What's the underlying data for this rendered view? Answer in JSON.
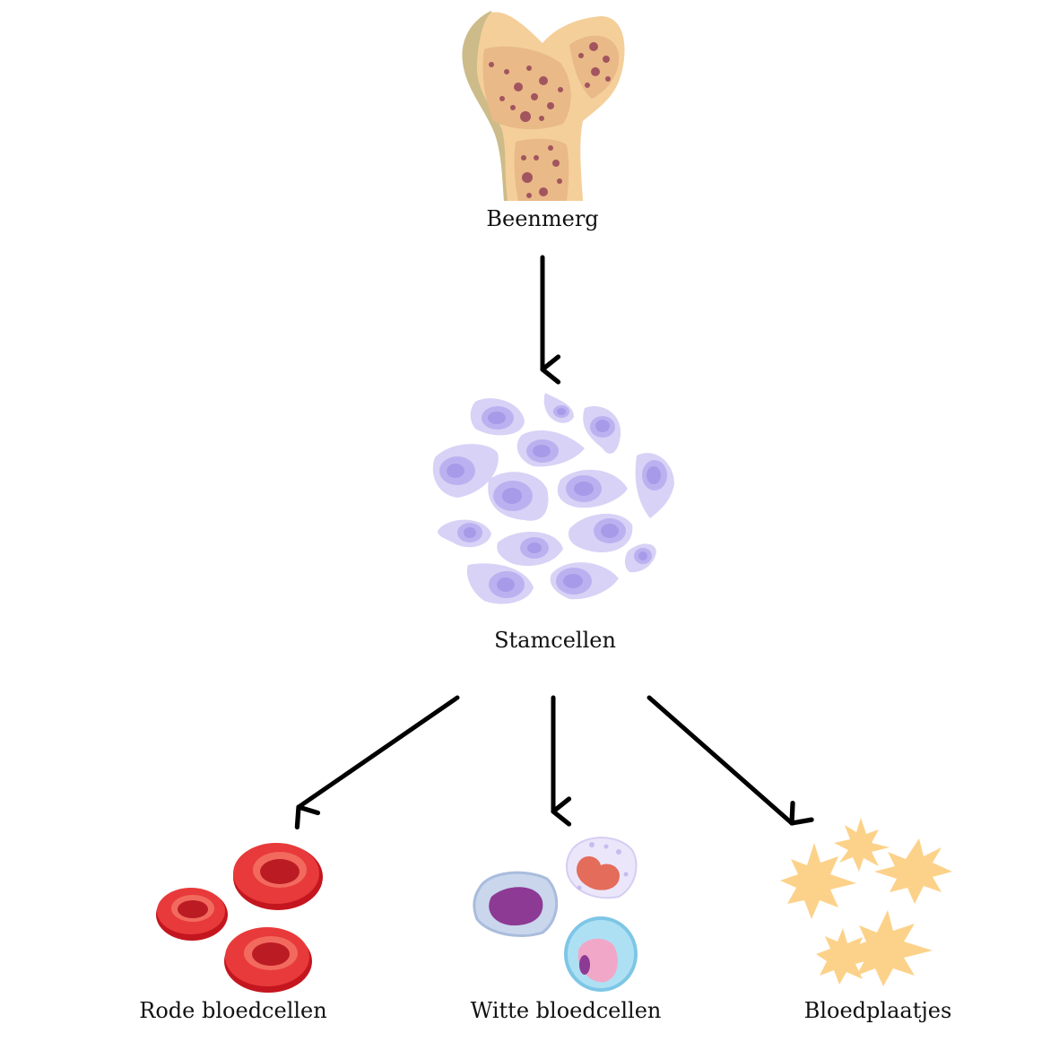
{
  "labels": {
    "bone_marrow": "Beenmerg",
    "stem_cells": "Stamcellen",
    "red_cells": "Rode bloedcellen",
    "white_cells": "Witte bloedcellen",
    "platelets": "Bloedplaatjes"
  },
  "colors": {
    "arrow": "#000000",
    "bone": "#f4cf9a",
    "bone_shadow": "#cdbb8a",
    "marrow_dot": "#a2555e",
    "stem_cell": "#d8d2f6",
    "stem_nucleus": "#a79ae8",
    "red_cell": "#e83a3a",
    "red_center": "#bb1c24",
    "white_purple": "#8d3a95",
    "white_blue": "#aee0f4",
    "white_pink": "#f1a8c8",
    "platelet": "#fcd28a"
  }
}
